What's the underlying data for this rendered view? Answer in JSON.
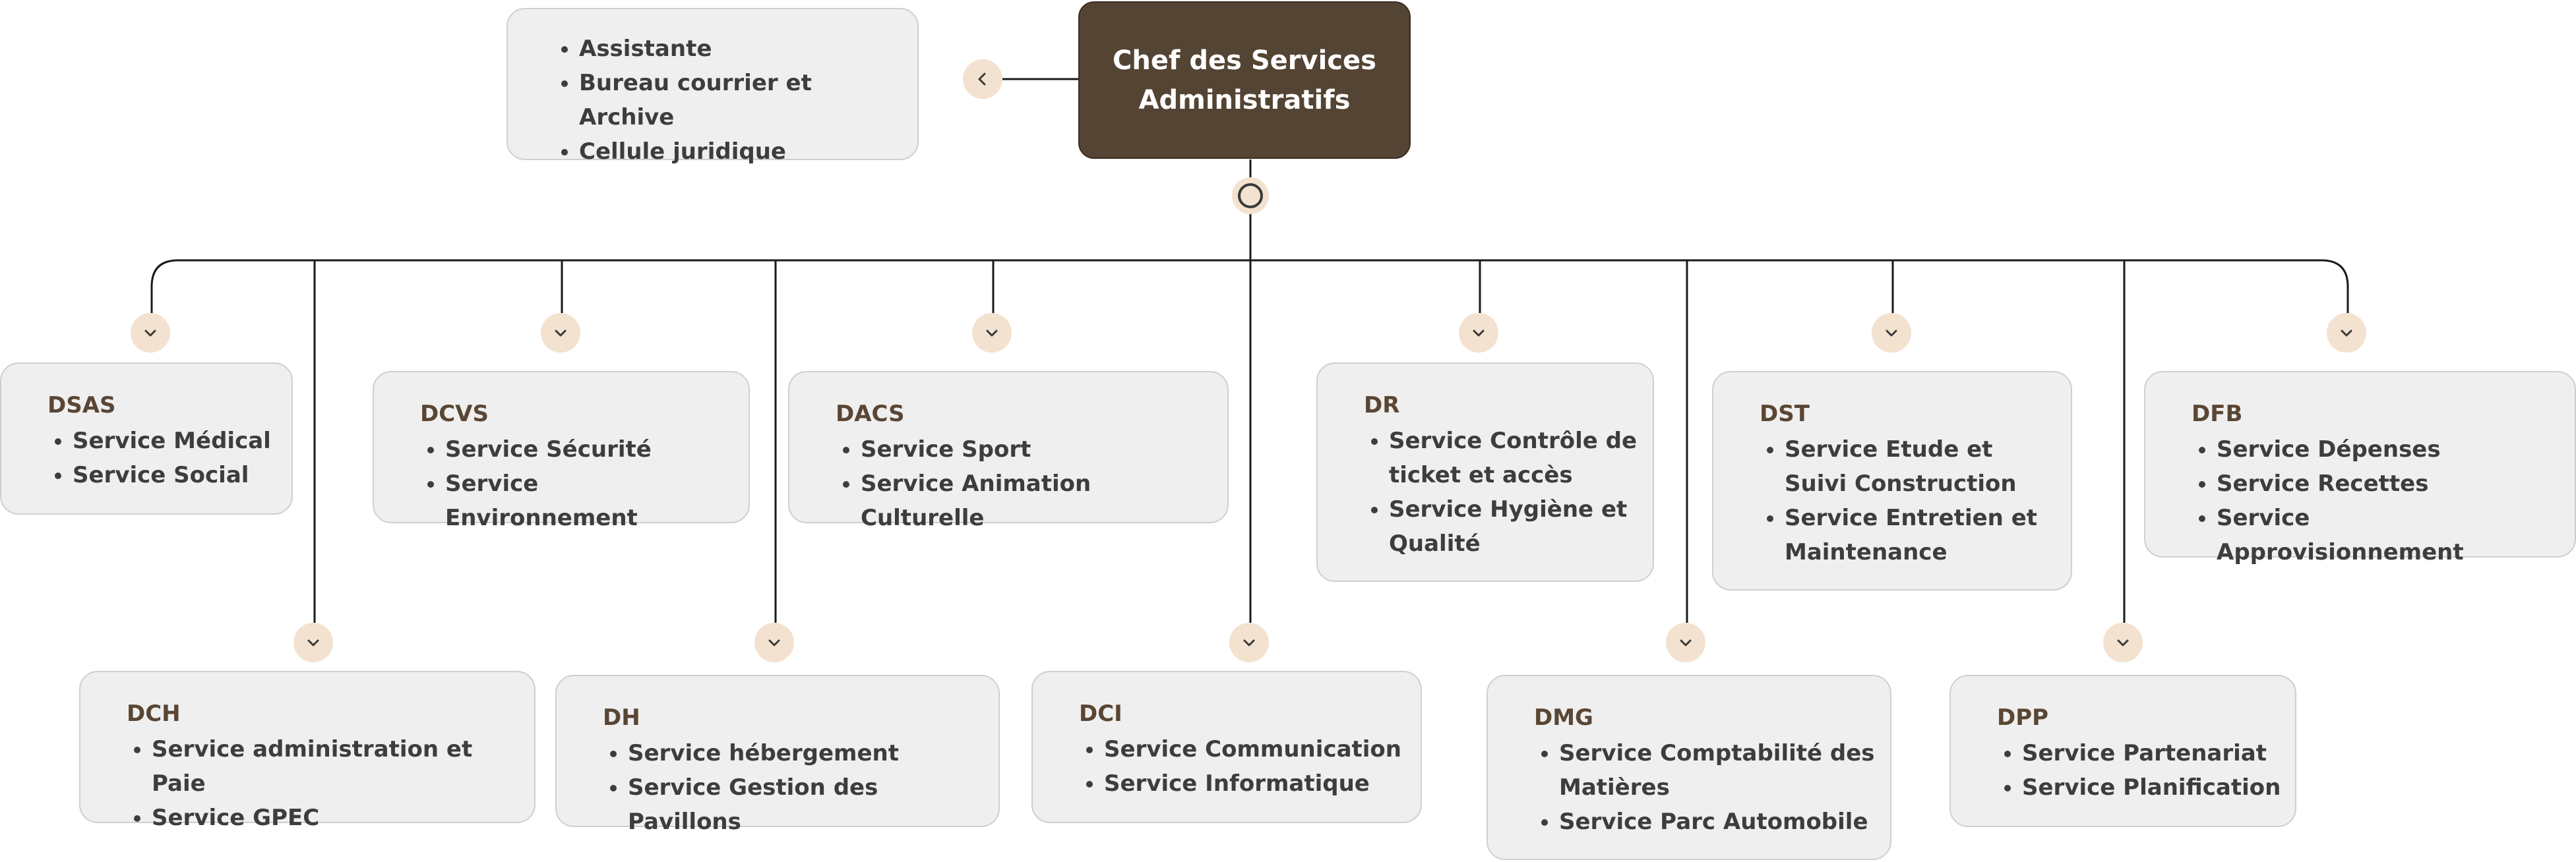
{
  "root": {
    "title": "Chef des Services Administratifs",
    "collapse_icon": "chevron-left-icon",
    "toggle_icon": "circle-toggle-icon"
  },
  "assistants": [
    "Assistante",
    "Bureau courrier et Archive",
    "Cellule juridique"
  ],
  "departments": [
    {
      "code": "DSAS",
      "services": [
        "Service Médical",
        "Service Social"
      ]
    },
    {
      "code": "DCH",
      "services": [
        "Service administration et Paie",
        "Service GPEC"
      ]
    },
    {
      "code": "DCVS",
      "services": [
        "Service Sécurité",
        "Service Environnement"
      ]
    },
    {
      "code": "DH",
      "services": [
        "Service hébergement",
        "Service Gestion des Pavillons"
      ]
    },
    {
      "code": "DACS",
      "services": [
        "Service Sport",
        "Service Animation Culturelle"
      ]
    },
    {
      "code": "DCI",
      "services": [
        "Service Communication",
        "Service Informatique"
      ]
    },
    {
      "code": "DR",
      "services": [
        "Service Contrôle de ticket et accès",
        "Service Hygiène et Qualité"
      ]
    },
    {
      "code": "DMG",
      "services": [
        "Service Comptabilité des Matières",
        "Service Parc Automobile"
      ]
    },
    {
      "code": "DST",
      "services": [
        "Service Etude et Suivi Construction",
        "Service Entretien et Maintenance"
      ]
    },
    {
      "code": "DPP",
      "services": [
        "Service Partenariat",
        "Service Planification"
      ]
    },
    {
      "code": "DFB",
      "services": [
        "Service Dépenses",
        "Service Recettes",
        "Service Approvisionnement"
      ]
    }
  ],
  "colors": {
    "root_fill": "#544433",
    "box_fill": "#efefef",
    "button_fill": "#f3e2cf",
    "code_text": "#5a4634"
  },
  "expand_icon": "chevron-down-icon"
}
